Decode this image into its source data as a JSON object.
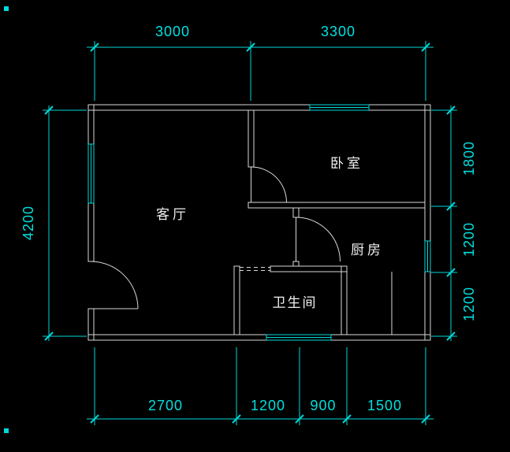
{
  "view": {
    "type": "cad-floorplan-drawing",
    "background": "#000000"
  },
  "colors": {
    "dimension": "#00d9d9",
    "wall": "#d9d9d9",
    "room_label": "#f0f0f0"
  },
  "dims": {
    "top": [
      "3000",
      "3300"
    ],
    "left": [
      "4200"
    ],
    "right": [
      "1800",
      "1200",
      "1200"
    ],
    "bottom": [
      "2700",
      "1200",
      "900",
      "1500"
    ]
  },
  "rooms": {
    "living_room": "客厅",
    "bedroom": "卧室",
    "kitchen": "厨房",
    "bathroom": "卫生间"
  }
}
